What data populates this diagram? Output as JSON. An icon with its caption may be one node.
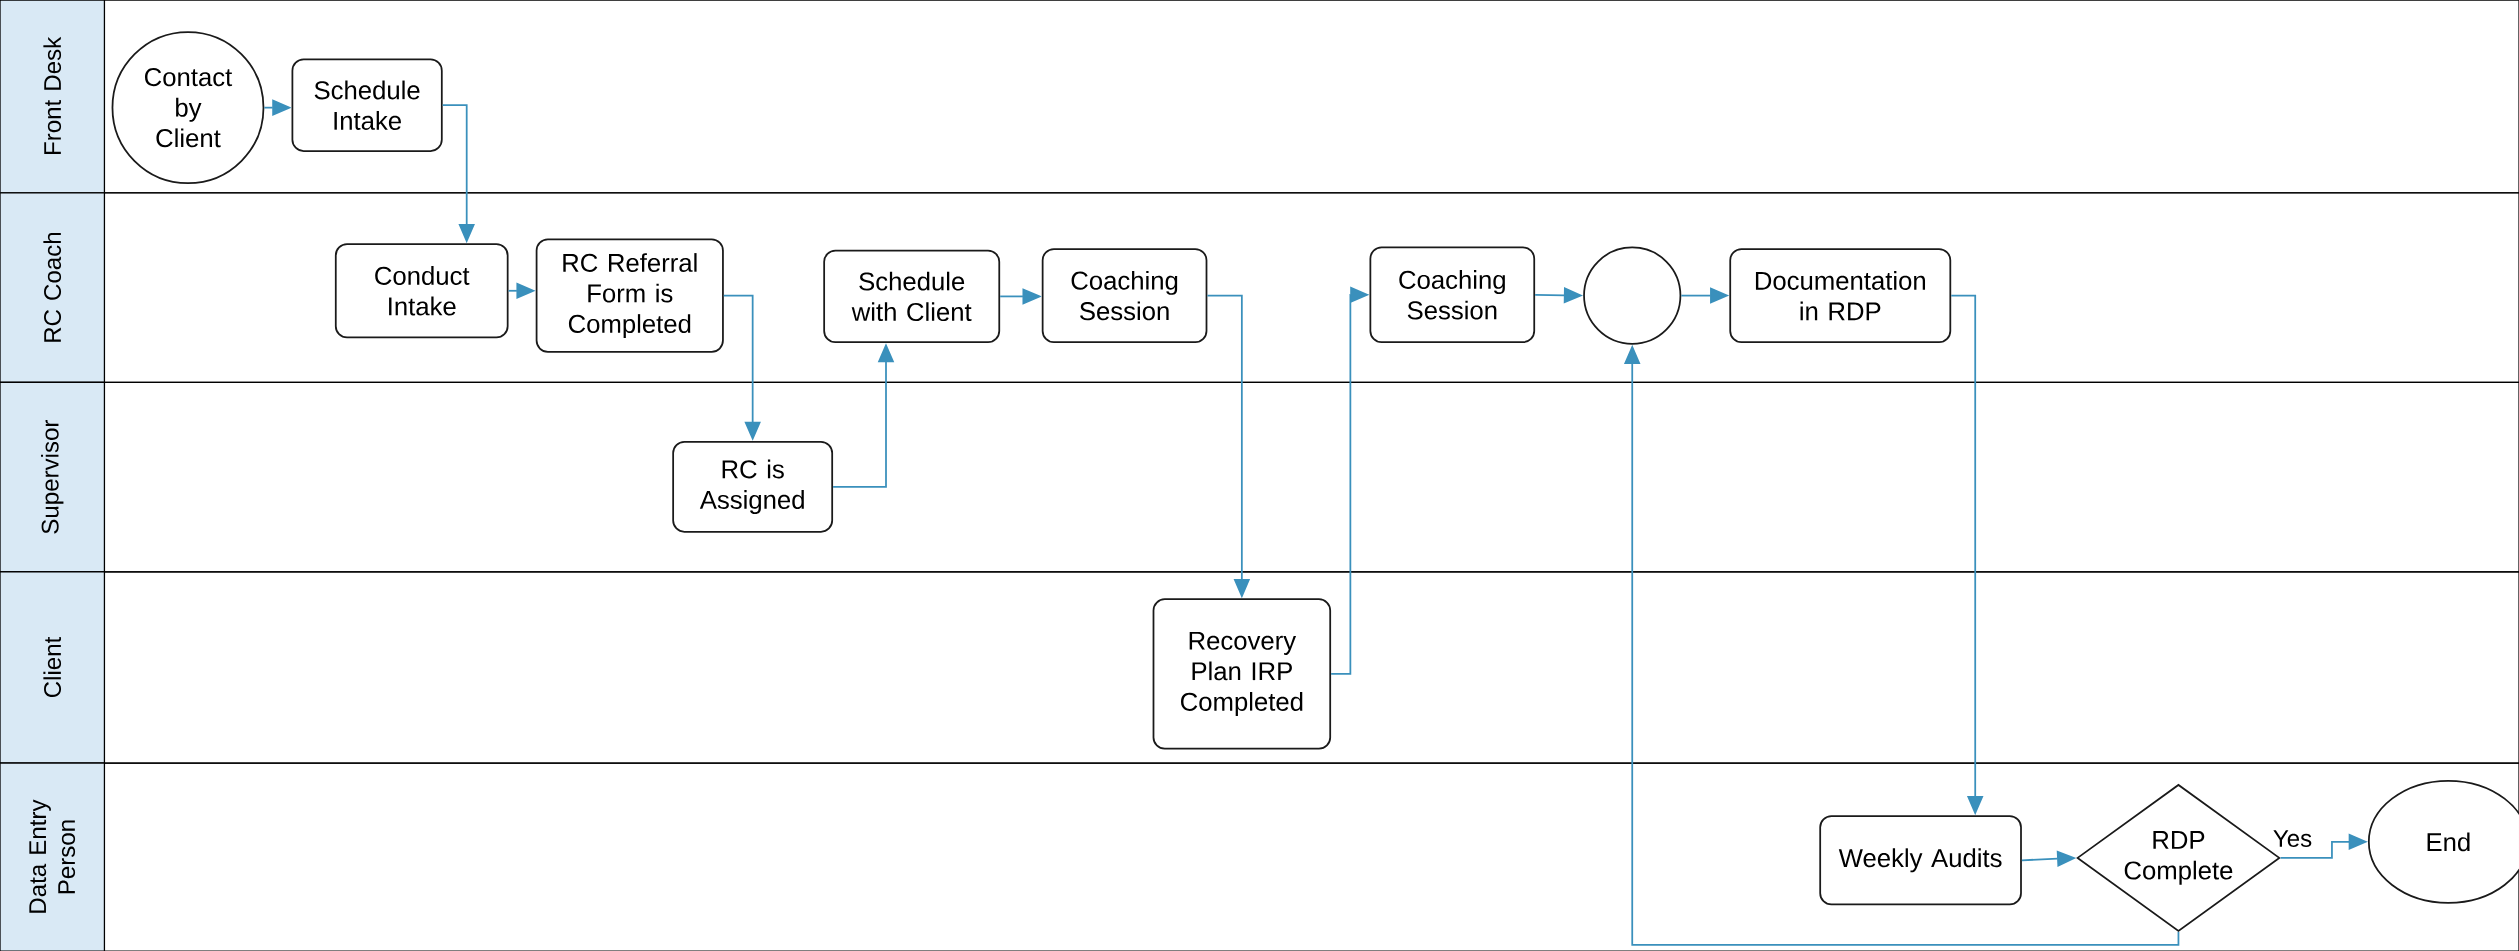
{
  "diagram": {
    "nodes": [
      {
        "text": [
          "Front Desk"
        ]
      },
      {
        "text": [
          "RC Coach"
        ]
      },
      {
        "text": [
          "Supervisor"
        ]
      },
      {
        "text": [
          "Client"
        ]
      },
      {
        "text": [
          "Data Entry Person"
        ]
      },
      {
        "text": [
          "Contact by Client"
        ],
        "in": 0
      },
      {
        "text": [
          "Schedule Intake"
        ],
        "in": 0
      },
      {
        "text": [
          "Conduct Intake"
        ],
        "in": 1
      },
      {
        "text": [
          "RC Referral Form is Completed"
        ],
        "in": 1
      },
      {
        "text": [
          "Schedule with Client"
        ],
        "in": 1
      },
      {
        "text": [
          "Coaching Session"
        ],
        "in": 1
      },
      {
        "text": [
          "Coaching Session"
        ],
        "in": 1
      },
      {
        "text": [],
        "shape": "circle",
        "in": 1
      },
      {
        "text": [
          "Documentation in RDP"
        ],
        "in": 1
      },
      {
        "text": [
          "RC is Assigned"
        ],
        "in": 2
      },
      {
        "text": [
          "Recovery Plan IRP Completed"
        ],
        "in": 3
      },
      {
        "text": [
          "Weekly Audits"
        ],
        "in": 4
      },
      {
        "text": [
          "RDP Complete"
        ],
        "in": 4
      },
      {
        "text": [
          "End"
        ],
        "in": 4
      }
    ],
    "edges": [
      {
        "from": 5,
        "to": 6,
        "arrow": "to"
      },
      {
        "from": 6,
        "to": 7,
        "arrow": "to"
      },
      {
        "from": 7,
        "to": 8,
        "arrow": "to"
      },
      {
        "from": 8,
        "to": 14,
        "arrow": "to"
      },
      {
        "from": 14,
        "to": 9,
        "arrow": "to"
      },
      {
        "from": 9,
        "to": 10,
        "arrow": "to"
      },
      {
        "from": 10,
        "to": 15,
        "arrow": "to"
      },
      {
        "from": 15,
        "to": 11,
        "arrow": "to"
      },
      {
        "from": 11,
        "to": 12,
        "arrow": "to"
      },
      {
        "from": 12,
        "to": 13,
        "arrow": "to"
      },
      {
        "from": 13,
        "to": 16,
        "arrow": "to"
      },
      {
        "from": 16,
        "to": 17,
        "arrow": "to"
      },
      {
        "from": 17,
        "to": 18,
        "arrow": "to",
        "label": "Yes"
      },
      {
        "from": 17,
        "to": 12,
        "arrow": "to"
      }
    ]
  }
}
